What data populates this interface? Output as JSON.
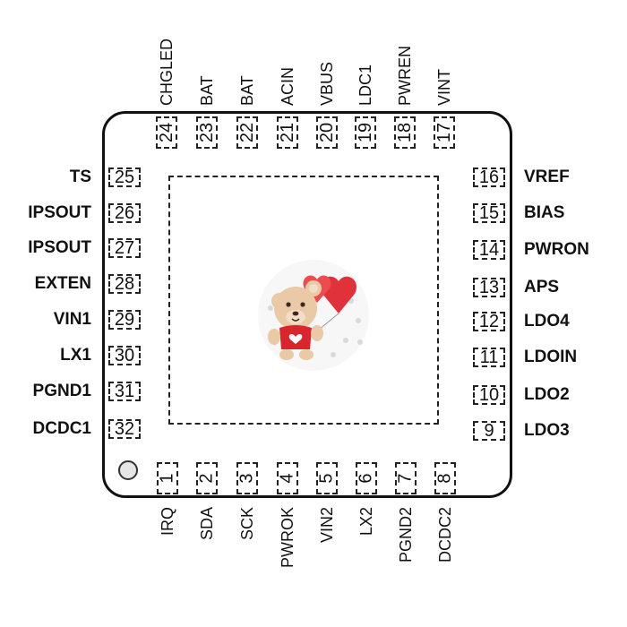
{
  "pins": {
    "left": [
      {
        "num": "25",
        "name": "TS"
      },
      {
        "num": "26",
        "name": "IPSOUT"
      },
      {
        "num": "27",
        "name": "IPSOUT"
      },
      {
        "num": "28",
        "name": "EXTEN"
      },
      {
        "num": "29",
        "name": "VIN1"
      },
      {
        "num": "30",
        "name": "LX1"
      },
      {
        "num": "31",
        "name": "PGND1"
      },
      {
        "num": "32",
        "name": "DCDC1"
      }
    ],
    "right": [
      {
        "num": "16",
        "name": "VREF"
      },
      {
        "num": "15",
        "name": "BIAS"
      },
      {
        "num": "14",
        "name": "PWRON"
      },
      {
        "num": "13",
        "name": "APS"
      },
      {
        "num": "12",
        "name": "LDO4"
      },
      {
        "num": "11",
        "name": "LDOIN"
      },
      {
        "num": "10",
        "name": "LDO2"
      },
      {
        "num": "9",
        "name": "LDO3"
      }
    ],
    "top": [
      {
        "num": "24",
        "name": "CHGLED"
      },
      {
        "num": "23",
        "name": "BAT"
      },
      {
        "num": "22",
        "name": "BAT"
      },
      {
        "num": "21",
        "name": "ACIN"
      },
      {
        "num": "20",
        "name": "VBUS"
      },
      {
        "num": "19",
        "name": "LDC1"
      },
      {
        "num": "18",
        "name": "PWREN"
      },
      {
        "num": "17",
        "name": "VINT"
      }
    ],
    "bottom": [
      {
        "num": "1",
        "name": "IRQ"
      },
      {
        "num": "2",
        "name": "SDA"
      },
      {
        "num": "3",
        "name": "SCK"
      },
      {
        "num": "4",
        "name": "PWROK"
      },
      {
        "num": "5",
        "name": "VIN2"
      },
      {
        "num": "6",
        "name": "LX2"
      },
      {
        "num": "7",
        "name": "PGND2"
      },
      {
        "num": "8",
        "name": "DCDC2"
      }
    ]
  },
  "colors": {
    "outline": "#111111",
    "balloon": "#e0323a",
    "bear": "#e9c9a6",
    "shirt": "#d8262c"
  },
  "logo_icon": "teddy-bear-with-heart-balloons"
}
